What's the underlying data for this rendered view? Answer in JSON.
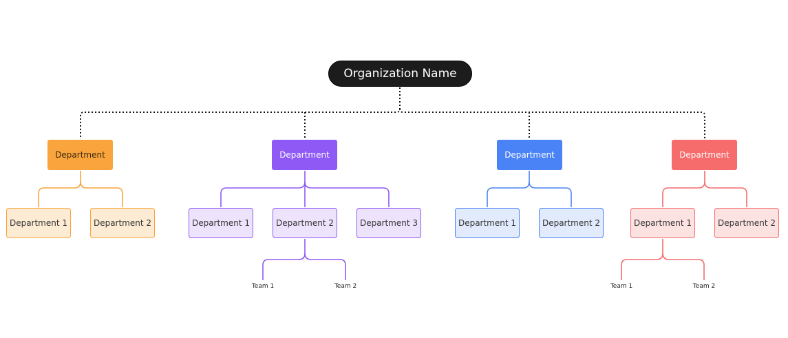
{
  "root": {
    "label": "Organization Name"
  },
  "colors": {
    "orange": "#F9A43C",
    "orange_light": "#FEEBD4",
    "purple": "#8F59F6",
    "purple_light": "#EDE3FD",
    "blue": "#4A83F6",
    "blue_light": "#E1EBFD",
    "red": "#F66B6B",
    "red_light": "#FDE2E2",
    "root_bg": "#1C1C1C"
  },
  "departments": [
    {
      "label": "Department",
      "color": "orange",
      "children": [
        {
          "label": "Department 1",
          "teams": []
        },
        {
          "label": "Department 2",
          "teams": []
        }
      ]
    },
    {
      "label": "Department",
      "color": "purple",
      "children": [
        {
          "label": "Department 1",
          "teams": []
        },
        {
          "label": "Department 2",
          "teams": [
            "Team 1",
            "Team 2"
          ]
        },
        {
          "label": "Department 3",
          "teams": []
        }
      ]
    },
    {
      "label": "Department",
      "color": "blue",
      "children": [
        {
          "label": "Department 1",
          "teams": []
        },
        {
          "label": "Department 2",
          "teams": []
        }
      ]
    },
    {
      "label": "Department",
      "color": "red",
      "children": [
        {
          "label": "Department 1",
          "teams": [
            "Team 1",
            "Team 2"
          ]
        },
        {
          "label": "Department 2",
          "teams": []
        }
      ]
    }
  ]
}
